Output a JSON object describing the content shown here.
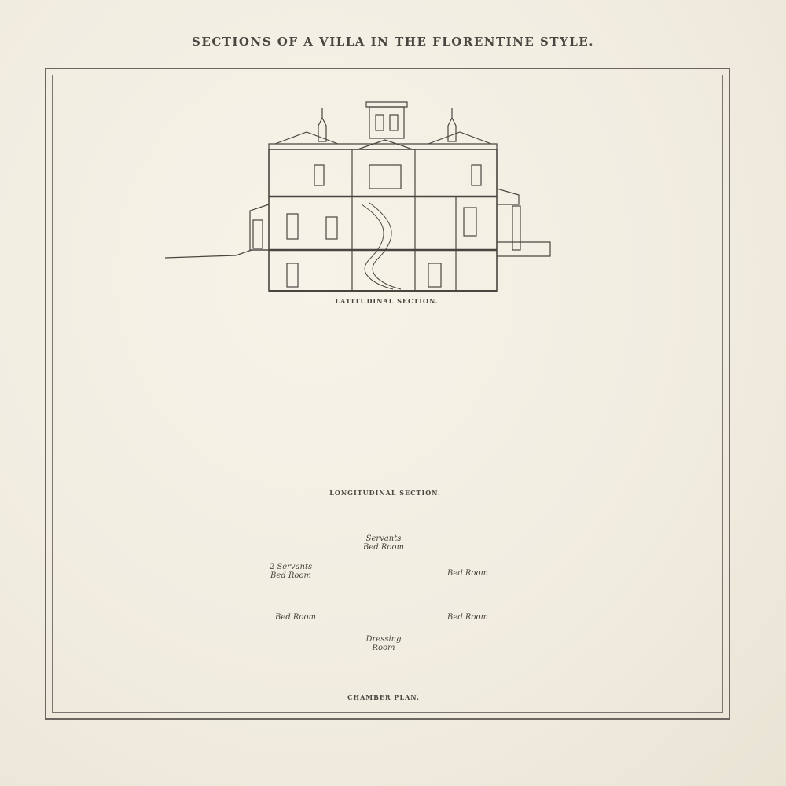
{
  "plate": {
    "title": "SECTIONS OF A VILLA IN THE FLORENTINE STYLE."
  },
  "sections": {
    "transverse_label": "LATITUDINAL SECTION.",
    "longitudinal_label": "LONGITUDINAL SECTION.",
    "plan_label": "CHAMBER PLAN."
  },
  "plan_rooms": {
    "servants_top_line1": "Servants",
    "servants_top_line2": "Bed Room",
    "servants_left_line1": "2 Servants",
    "servants_left_line2": "Bed Room",
    "bed_room_top_right": "Bed Room",
    "bed_room_bottom_left": "Bed Room",
    "bed_room_bottom_right": "Bed Room",
    "dressing_line1": "Dressing",
    "dressing_line2": "Room"
  },
  "colors": {
    "ink": "#4a4540",
    "paper": "#f3efe3"
  }
}
